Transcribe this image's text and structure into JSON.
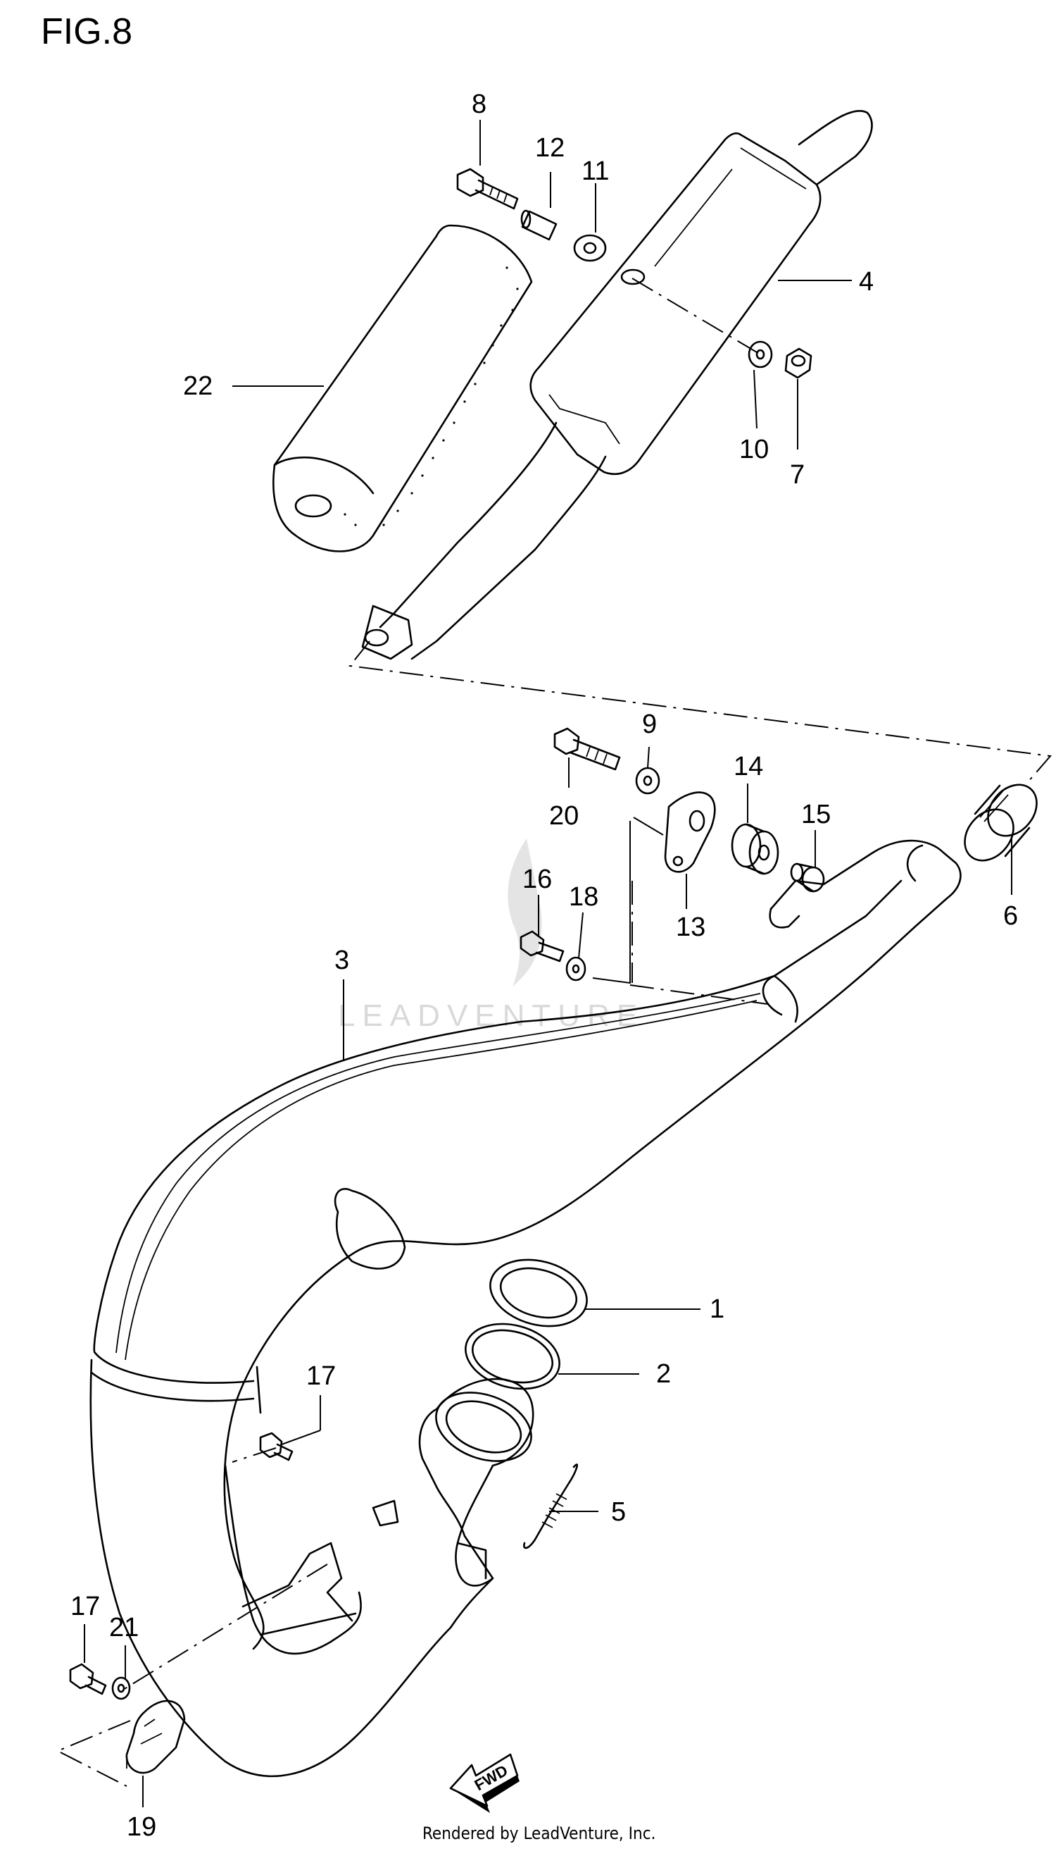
{
  "figure": {
    "title": "FIG.8"
  },
  "callouts": {
    "p1": "1",
    "p2": "2",
    "p3": "3",
    "p4": "4",
    "p5": "5",
    "p6": "6",
    "p7": "7",
    "p8": "8",
    "p9": "9",
    "p10": "10",
    "p11": "11",
    "p12": "12",
    "p13": "13",
    "p14": "14",
    "p15": "15",
    "p16": "16",
    "p17a": "17",
    "p17b": "17",
    "p18": "18",
    "p19": "19",
    "p20": "20",
    "p21": "21",
    "p22": "22"
  },
  "direction_arrow": {
    "label": "FWD"
  },
  "watermark": {
    "text": "LEADVENTURE"
  },
  "footer": {
    "credit": "Rendered by LeadVenture, Inc."
  }
}
